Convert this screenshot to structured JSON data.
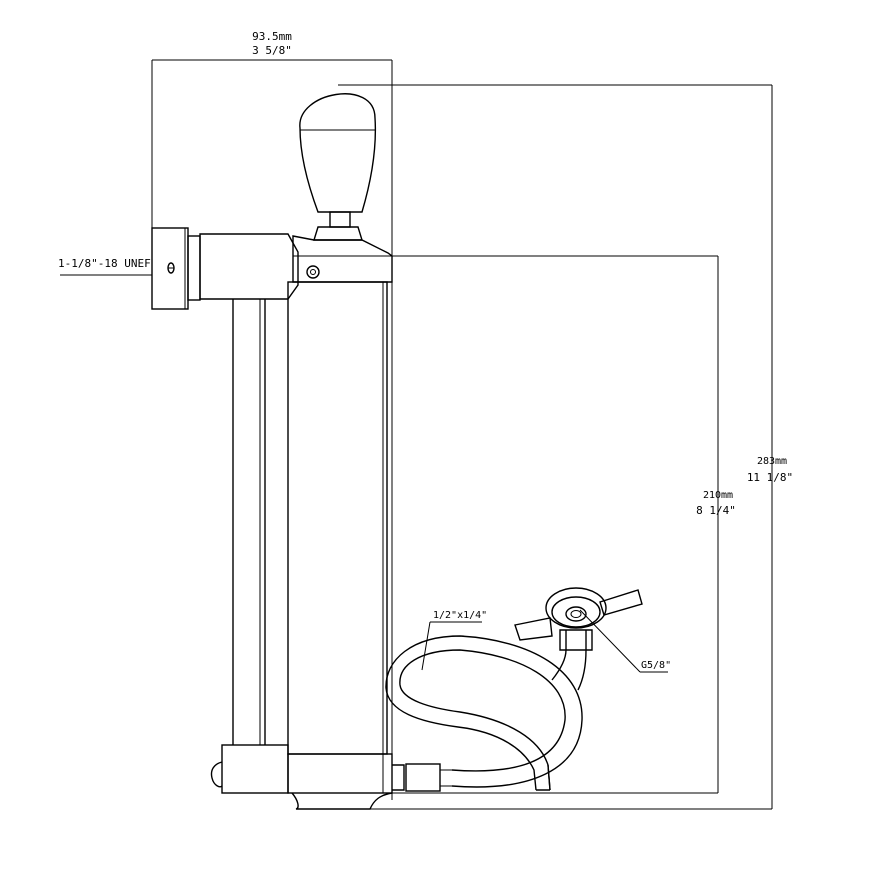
{
  "dimensions": {
    "width": {
      "metric": "93.5mm",
      "imperial": "3 5/8\""
    },
    "total_height": {
      "metric": "283mm",
      "imperial": "11 1/8\""
    },
    "body_height": {
      "metric": "210mm",
      "imperial": "8 1/4\""
    }
  },
  "callouts": {
    "thread": "1-1/8\"-18 UNEF",
    "hose": "1/2\"x1/4\"",
    "inlet": "G5/8\""
  }
}
